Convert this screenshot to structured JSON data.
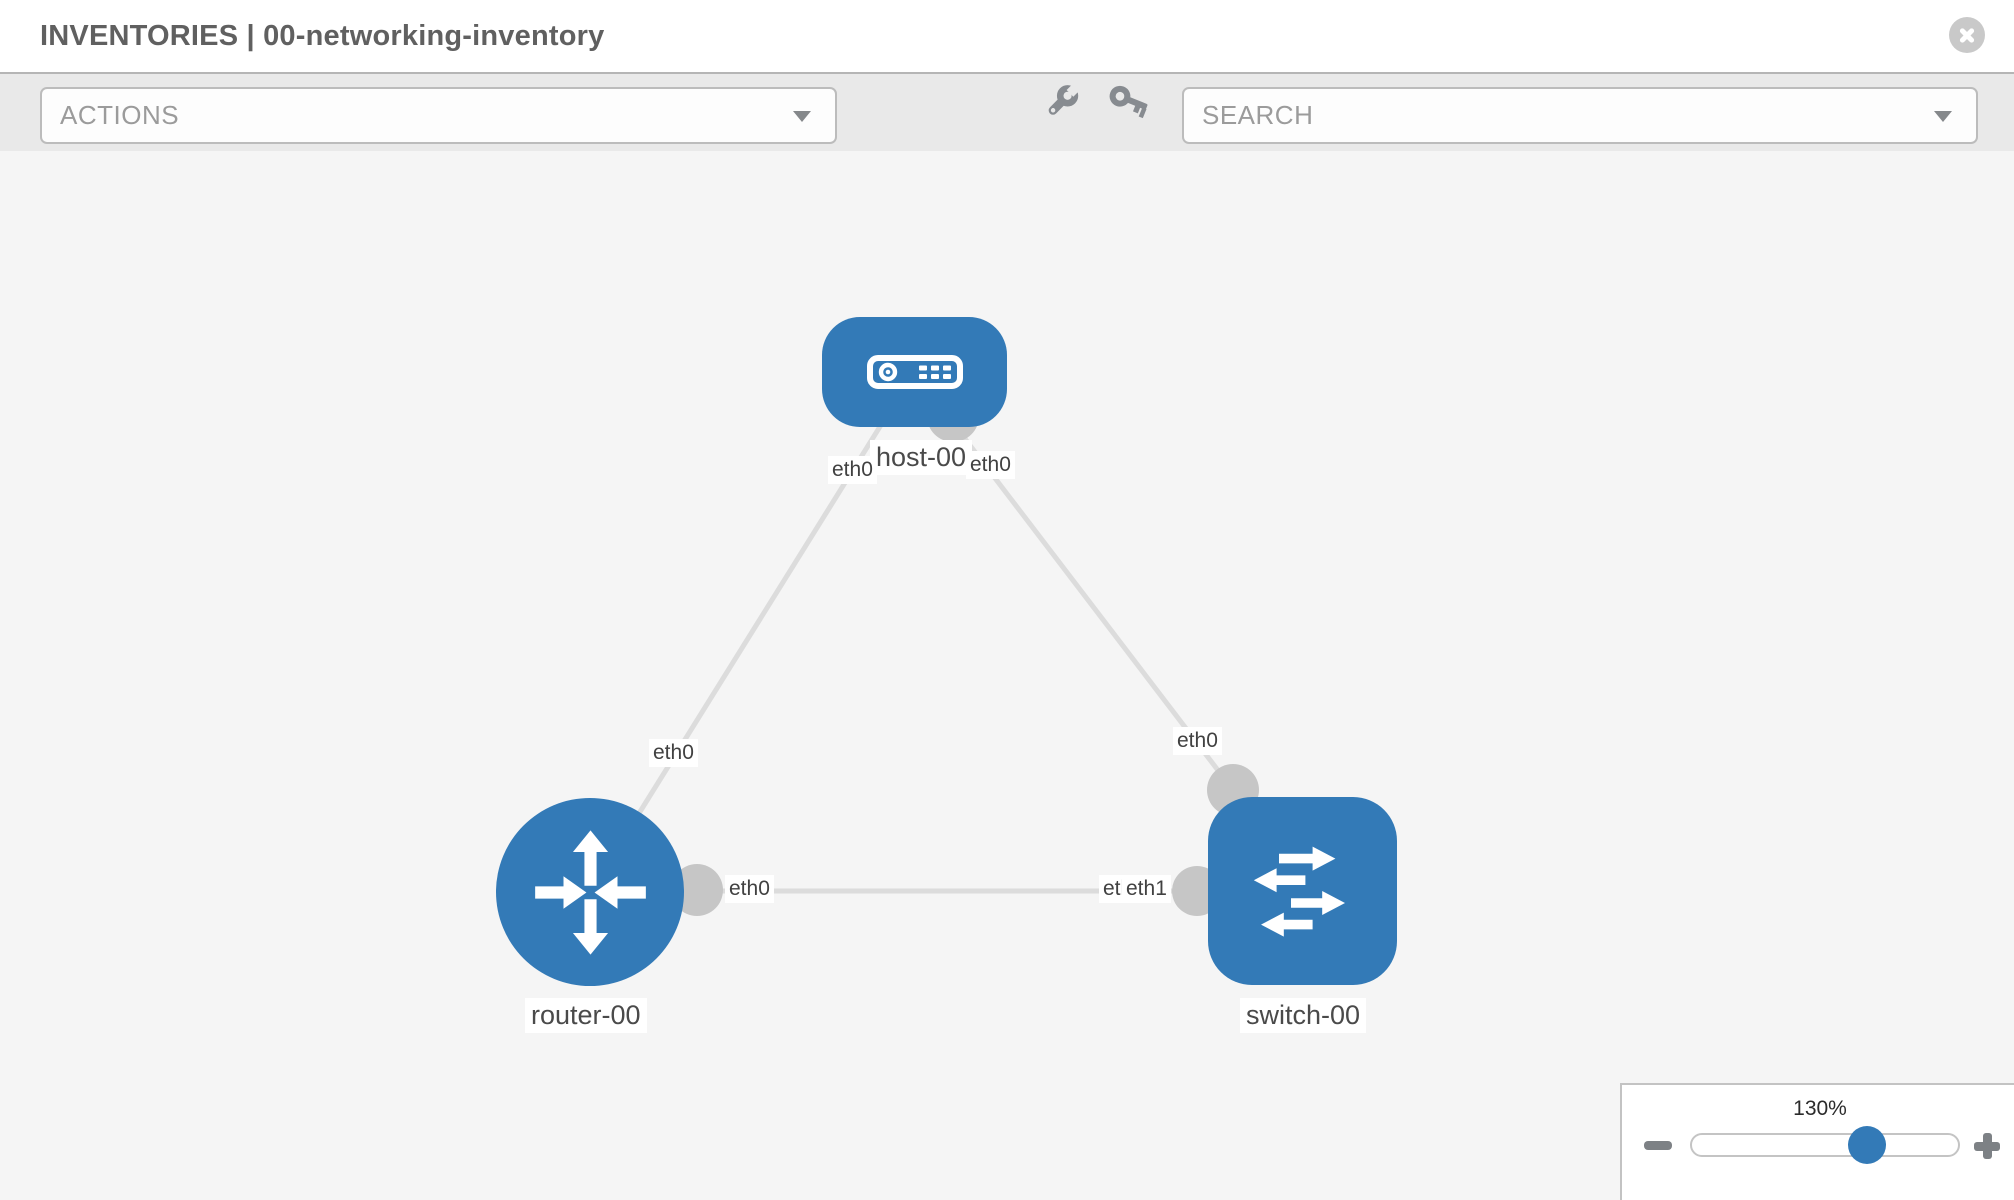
{
  "header": {
    "title": "INVENTORIES | 00-networking-inventory",
    "close_icon": "close-icon"
  },
  "toolbar": {
    "actions_placeholder": "ACTIONS",
    "search_placeholder": "SEARCH",
    "icons": [
      "wrench-icon",
      "key-icon"
    ]
  },
  "topology": {
    "nodes": [
      {
        "id": "host-00",
        "label": "host-00",
        "type": "host"
      },
      {
        "id": "router-00",
        "label": "router-00",
        "type": "router"
      },
      {
        "id": "switch-00",
        "label": "switch-00",
        "type": "switch"
      }
    ],
    "links": [
      {
        "from": "host-00",
        "from_if": "eth0",
        "to": "router-00",
        "to_if": "eth0"
      },
      {
        "from": "host-00",
        "from_if": "eth0",
        "to": "switch-00",
        "to_if": "eth0"
      },
      {
        "from": "router-00",
        "from_if": "eth0",
        "to": "switch-00",
        "to_if": "eth1"
      }
    ],
    "labels": {
      "host": "host-00",
      "router": "router-00",
      "switch": "switch-00",
      "hr_host_if": "eth0",
      "hr_router_if": "eth0",
      "hs_host_if": "eth0",
      "hs_switch_if": "eth0",
      "rs_router_if": "eth0",
      "rs_switch_if_back": "eth0",
      "rs_switch_if_front": "eth1"
    }
  },
  "zoom_control": {
    "level": "130%"
  },
  "colors": {
    "node_blue": "#337ab7",
    "link_gray": "#dcdcdc",
    "interface_gray": "#c6c6c6",
    "toolbar_bg": "#e9e9e9",
    "canvas_bg": "#f5f5f5",
    "icon_gray": "#878b90"
  }
}
